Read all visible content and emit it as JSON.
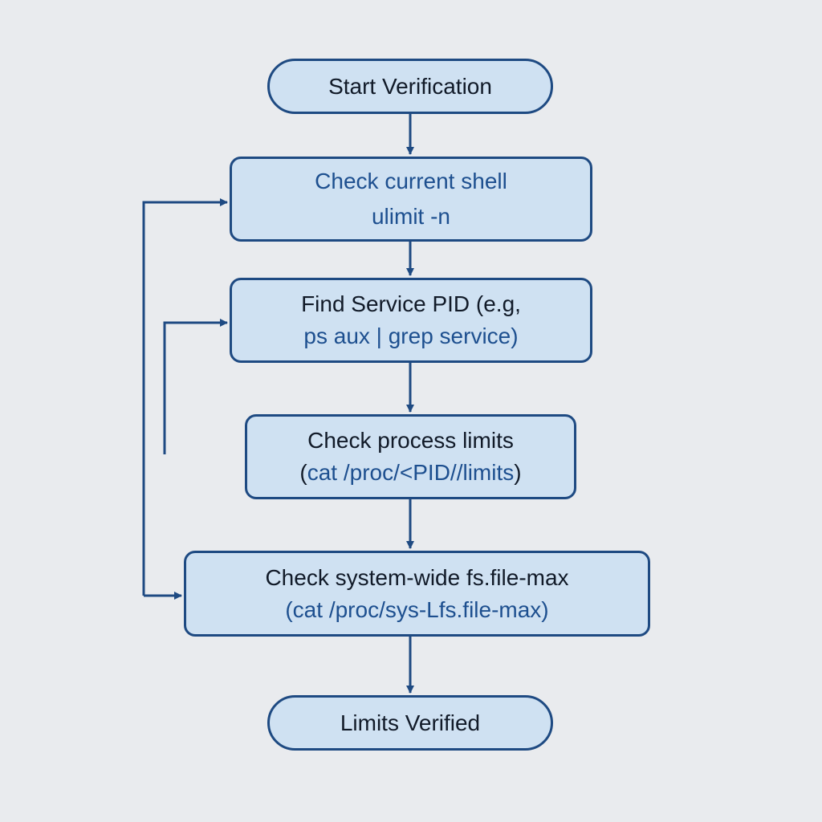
{
  "diagram": {
    "colors": {
      "background": "#e9ebee",
      "node_fill": "#cfe1f2",
      "node_border": "#1e4a82",
      "connector": "#1e4a82",
      "text_dark": "#111a28",
      "text_blue": "#1d4f8f"
    },
    "nodes": {
      "start": {
        "line1": "Start Verification"
      },
      "shell": {
        "line1": "Check current shell",
        "line2": "ulimit -n"
      },
      "pid": {
        "line1": "Find Service PID (e.g,",
        "line2": "ps aux | grep service)"
      },
      "proc": {
        "line1": "Check process limits",
        "line2_open": "(",
        "line2_body": "cat /proc/<PID//limits",
        "line2_close": ")"
      },
      "sys": {
        "line1": "Check system-wide fs.file-max",
        "line2": "(cat /proc/sys-Lfs.file-max)"
      },
      "end": {
        "line1": "Limits Verified"
      }
    }
  }
}
